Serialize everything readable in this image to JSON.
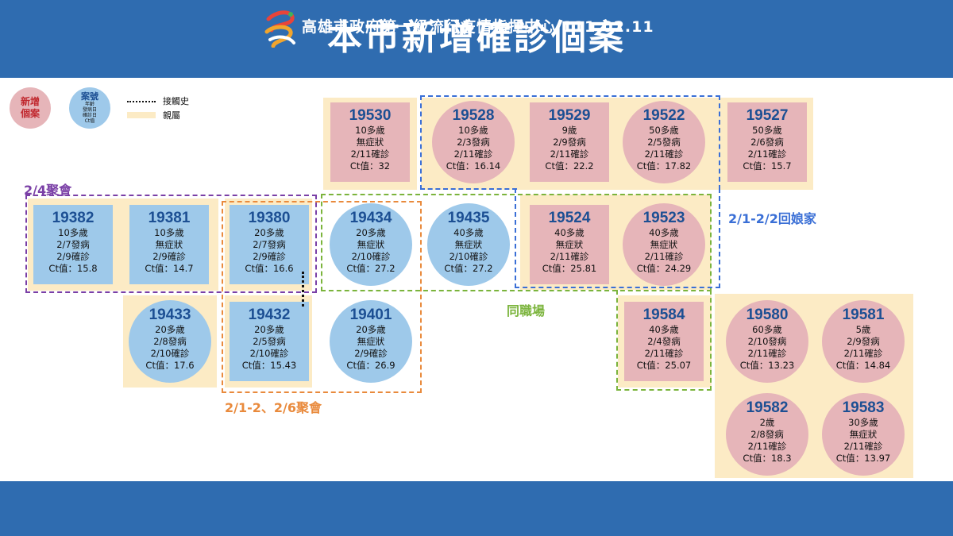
{
  "header": {
    "title": "本市新增確診個案"
  },
  "footer": {
    "text": "高雄市政府第一級流行疫情指揮中心  111.02.11"
  },
  "legend": {
    "new_case": [
      "新增",
      "個案"
    ],
    "case_title": "案號",
    "case_fields": [
      "年齡",
      "發病日",
      "確診日",
      "Ct值"
    ],
    "contact_label": "接觸史",
    "family_label": "親屬"
  },
  "groups": {
    "feb4_gathering": "2/4聚會",
    "feb1_feb6_gathering": "2/1-2、2/6聚會",
    "same_workplace": "同職場",
    "parents_home": "2/1-2/2回娘家"
  },
  "cases": {
    "c19530": {
      "id": "19530",
      "age": "10多歲",
      "onset": "無症狀",
      "confirmed": "2/11確診",
      "ct": "Ct值：32"
    },
    "c19528": {
      "id": "19528",
      "age": "10多歲",
      "onset": "2/3發病",
      "confirmed": "2/11確診",
      "ct": "Ct值：16.14"
    },
    "c19529": {
      "id": "19529",
      "age": "9歲",
      "onset": "2/9發病",
      "confirmed": "2/11確診",
      "ct": "Ct值：22.2"
    },
    "c19522": {
      "id": "19522",
      "age": "50多歲",
      "onset": "2/5發病",
      "confirmed": "2/11確診",
      "ct": "Ct值：17.82"
    },
    "c19527": {
      "id": "19527",
      "age": "50多歲",
      "onset": "2/6發病",
      "confirmed": "2/11確診",
      "ct": "Ct值：15.7"
    },
    "c19382": {
      "id": "19382",
      "age": "10多歲",
      "onset": "2/7發病",
      "confirmed": "2/9確診",
      "ct": "Ct值：15.8"
    },
    "c19381": {
      "id": "19381",
      "age": "10多歲",
      "onset": "無症狀",
      "confirmed": "2/9確診",
      "ct": "Ct值：14.7"
    },
    "c19380": {
      "id": "19380",
      "age": "20多歲",
      "onset": "2/7發病",
      "confirmed": "2/9確診",
      "ct": "Ct值：16.6"
    },
    "c19434": {
      "id": "19434",
      "age": "20多歲",
      "onset": "無症狀",
      "confirmed": "2/10確診",
      "ct": "Ct值：27.2"
    },
    "c19435": {
      "id": "19435",
      "age": "40多歲",
      "onset": "無症狀",
      "confirmed": "2/10確診",
      "ct": "Ct值：27.2"
    },
    "c19524": {
      "id": "19524",
      "age": "40多歲",
      "onset": "無症狀",
      "confirmed": "2/11確診",
      "ct": "Ct值：25.81"
    },
    "c19523": {
      "id": "19523",
      "age": "40多歲",
      "onset": "無症狀",
      "confirmed": "2/11確診",
      "ct": "Ct值：24.29"
    },
    "c19433": {
      "id": "19433",
      "age": "20多歲",
      "onset": "2/8發病",
      "confirmed": "2/10確診",
      "ct": "Ct值：17.6"
    },
    "c19432": {
      "id": "19432",
      "age": "20多歲",
      "onset": "2/5發病",
      "confirmed": "2/10確診",
      "ct": "Ct值：15.43"
    },
    "c19401": {
      "id": "19401",
      "age": "20多歲",
      "onset": "無症狀",
      "confirmed": "2/9確診",
      "ct": "Ct值：26.9"
    },
    "c19584": {
      "id": "19584",
      "age": "40多歲",
      "onset": "2/4發病",
      "confirmed": "2/11確診",
      "ct": "Ct值：25.07"
    },
    "c19580": {
      "id": "19580",
      "age": "60多歲",
      "onset": "2/10發病",
      "confirmed": "2/11確診",
      "ct": "Ct值：13.23"
    },
    "c19581": {
      "id": "19581",
      "age": "5歲",
      "onset": "2/9發病",
      "confirmed": "2/11確診",
      "ct": "Ct值：14.84"
    },
    "c19582": {
      "id": "19582",
      "age": "2歲",
      "onset": "2/8發病",
      "confirmed": "2/11確診",
      "ct": "Ct值：18.3"
    },
    "c19583": {
      "id": "19583",
      "age": "30多歲",
      "onset": "無症狀",
      "confirmed": "2/11確診",
      "ct": "Ct值：13.97"
    }
  },
  "colors": {
    "header_blue": "#2f6cb0",
    "family_bg": "#fcebc5",
    "new_case_pink": "#e6b5b9",
    "case_blue": "#9ec9ea",
    "case_id_text": "#1c4f93",
    "purple_group": "#7a3fa6",
    "orange_group": "#e98a3c",
    "green_group": "#7bb43c",
    "blue_group": "#3a6fd6"
  }
}
